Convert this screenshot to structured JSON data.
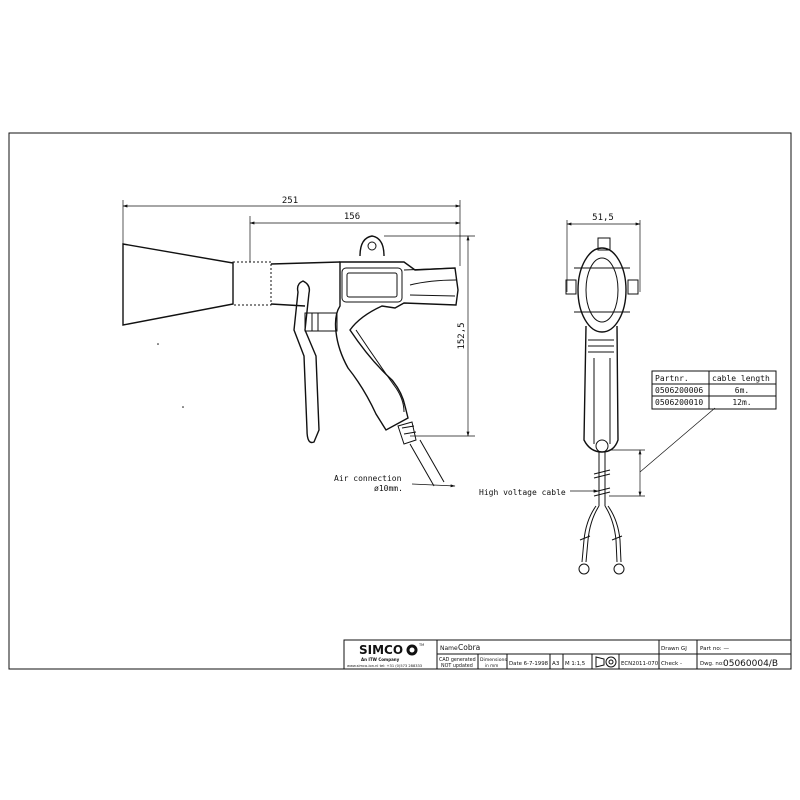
{
  "dimensions": {
    "overall_length": "251",
    "barrel_length": "156",
    "height": "152,5",
    "width": "51,5"
  },
  "labels": {
    "air_connection": "Air connection",
    "air_diameter": "ø10mm.",
    "high_voltage_cable": "High voltage cable"
  },
  "cable_table": {
    "headers": [
      "Partnr.",
      "cable length"
    ],
    "rows": [
      [
        "0506200006",
        "6m."
      ],
      [
        "0506200010",
        "12m."
      ]
    ]
  },
  "title_block": {
    "logo": "SIMCO",
    "logo_tm": "TM",
    "logo_sub": "An ITW Company",
    "address": "www.simco-ion.nl  tel: +31 (0)573 288333",
    "name_label": "Name",
    "name_value": "Cobra",
    "cad_line1": "CAD generated",
    "cad_line2": "NOT updated",
    "dim_line1": "Dimensions",
    "dim_line2": "in mm",
    "date": "Date 6-7-1998",
    "format": "A3",
    "scale": "M 1:1,5",
    "ecn": "ECN2011-070",
    "drawn": "Drawn GJ",
    "checked": "Check -",
    "part_no": "Part no: —",
    "dwg_label": "Dwg. no:",
    "dwg_no": "05060004/B"
  }
}
